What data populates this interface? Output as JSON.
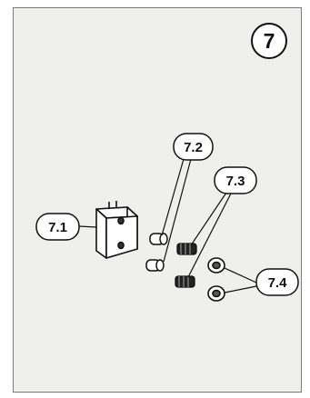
{
  "step": {
    "number": "7"
  },
  "parts": [
    {
      "id": "7.1",
      "label": "7.1"
    },
    {
      "id": "7.2",
      "label": "7.2"
    },
    {
      "id": "7.3",
      "label": "7.3"
    },
    {
      "id": "7.4",
      "label": "7.4"
    }
  ],
  "colors": {
    "panel": "#efefed",
    "frame": "#7a7a7a",
    "ink": "#111111"
  }
}
